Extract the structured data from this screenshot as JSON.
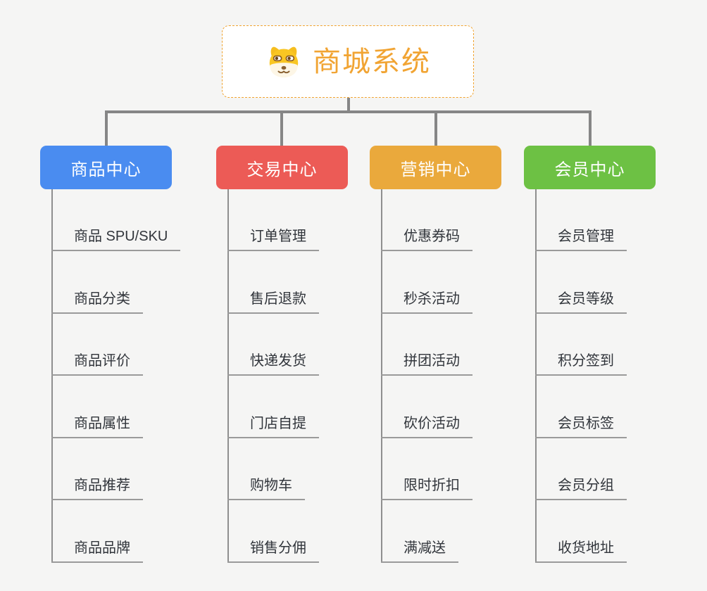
{
  "root": {
    "title": "商城系统",
    "icon": "dog-face-icon"
  },
  "branches": [
    {
      "label": "商品中心",
      "color": "#4a8cf0",
      "items": [
        "商品 SPU/SKU",
        "商品分类",
        "商品评价",
        "商品属性",
        "商品推荐",
        "商品品牌"
      ]
    },
    {
      "label": "交易中心",
      "color": "#ec5b56",
      "items": [
        "订单管理",
        "售后退款",
        "快递发货",
        "门店自提",
        "购物车",
        "销售分佣"
      ]
    },
    {
      "label": "营销中心",
      "color": "#eaa93c",
      "items": [
        "优惠券码",
        "秒杀活动",
        "拼团活动",
        "砍价活动",
        "限时折扣",
        "满减送"
      ]
    },
    {
      "label": "会员中心",
      "color": "#6dc144",
      "items": [
        "会员管理",
        "会员等级",
        "积分签到",
        "会员标签",
        "会员分组",
        "收货地址"
      ]
    }
  ],
  "colors": {
    "background": "#f5f5f4",
    "connector": "#868686",
    "underline": "#9a9a9a",
    "item_text": "#31353b",
    "root_border": "#f0a32f",
    "root_title": "#f1a433"
  }
}
